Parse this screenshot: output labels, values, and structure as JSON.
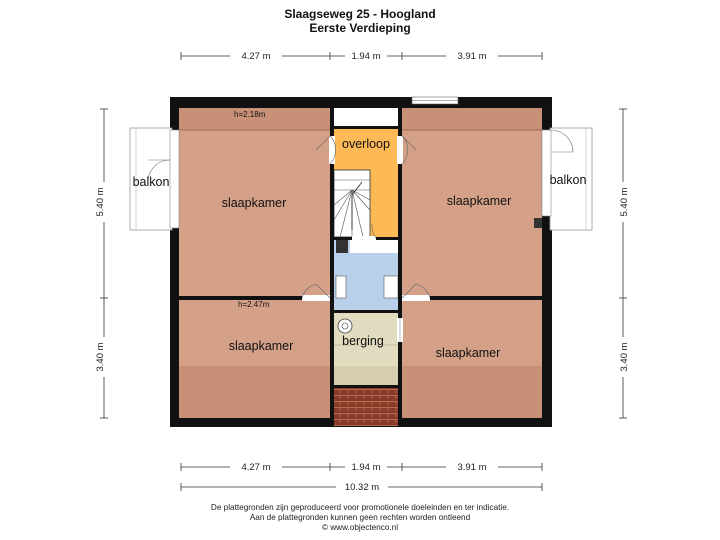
{
  "header": {
    "title": "Slaagseweg 25 - Hoogland",
    "subtitle": "Eerste Verdieping"
  },
  "dimensions": {
    "top_left": "4.27 m",
    "top_middle": "1.94 m",
    "top_right": "3.91 m",
    "bottom_left": "4.27 m",
    "bottom_middle": "1.94 m",
    "bottom_right": "3.91 m",
    "bottom_total": "10.32 m",
    "left_upper": "5.40 m",
    "left_lower": "3.40 m",
    "right_upper": "5.40 m",
    "right_lower": "3.40 m"
  },
  "rooms": {
    "bedroom_top_left": "slaapkamer",
    "bedroom_top_right": "slaapkamer",
    "bedroom_bottom_left": "slaapkamer",
    "bedroom_bottom_right": "slaapkamer",
    "landing": "overloop",
    "storage": "berging",
    "balcony_left": "balkon",
    "balcony_right": "balkon"
  },
  "heights": {
    "upper": "h=2.18m",
    "lower": "h=2.47m"
  },
  "footer": {
    "line1": "De plattegronden zijn geproduceerd voor promotionele doeleinden en ter indicatie.",
    "line2": "Aan de plattegronden kunnen geen rechten worden ontleend",
    "line3": "© www.objectenco.nl"
  },
  "colors": {
    "bedroom": "#d4a088",
    "bedroom_sloped": "#c99078",
    "landing": "#fcb955",
    "bathroom": "#b9d0ea",
    "storage": "#e1dcc0",
    "roof_tiles": "#8b3a2a",
    "wall": "#111111"
  }
}
